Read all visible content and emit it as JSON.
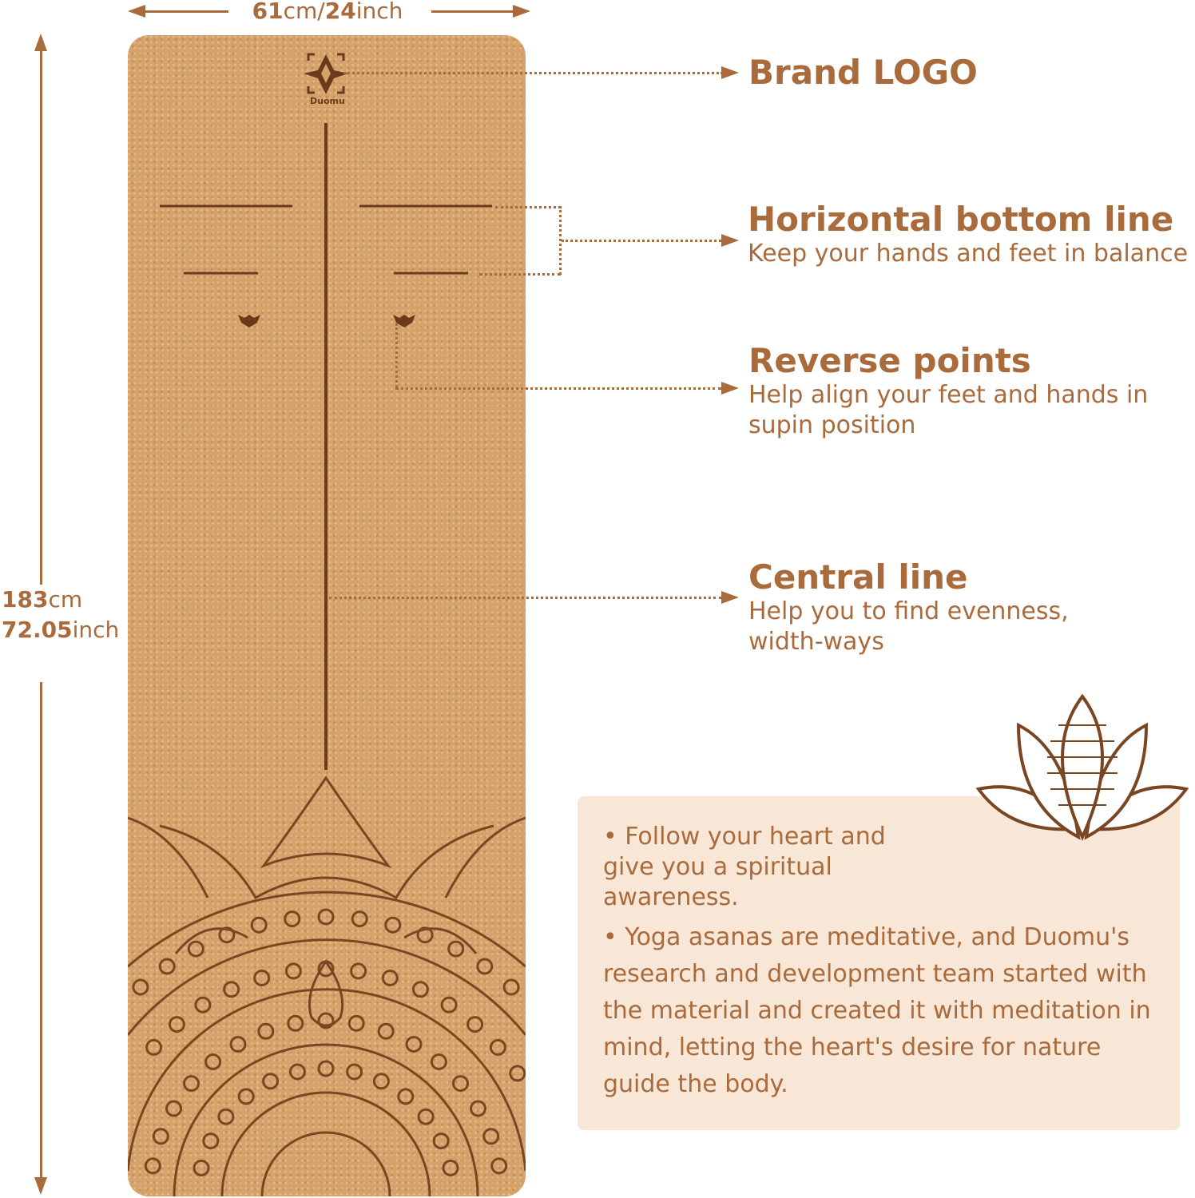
{
  "dimensions": {
    "width_num1": "61",
    "width_unit1": "cm/",
    "width_num2": "24",
    "width_unit2": "inch",
    "length_num1": "183",
    "length_unit1": "cm",
    "length_num2": "72.05",
    "length_unit2": "inch"
  },
  "mat": {
    "brand_logo_text": "Duomu"
  },
  "features": [
    {
      "title": "Brand LOGO"
    },
    {
      "title": "Horizontal bottom line",
      "desc": "Keep your hands and feet in balance"
    },
    {
      "title": "Reverse points",
      "desc": "Help align your feet and hands in supin position"
    },
    {
      "title": "Central line",
      "desc": "Help you to find evenness, width-ways"
    }
  ],
  "panel": {
    "bullets": [
      "Follow your heart and give you a spiritual awareness.",
      "Yoga asanas are meditative, and Duomu's research and development team started with the material and created it with meditation in mind, letting the heart's desire for nature guide the body."
    ]
  },
  "colors": {
    "accent": "#a96a3c",
    "cork": "#d4a26a",
    "engrave": "#6b3a1c",
    "panel": "#f8e6d6"
  }
}
